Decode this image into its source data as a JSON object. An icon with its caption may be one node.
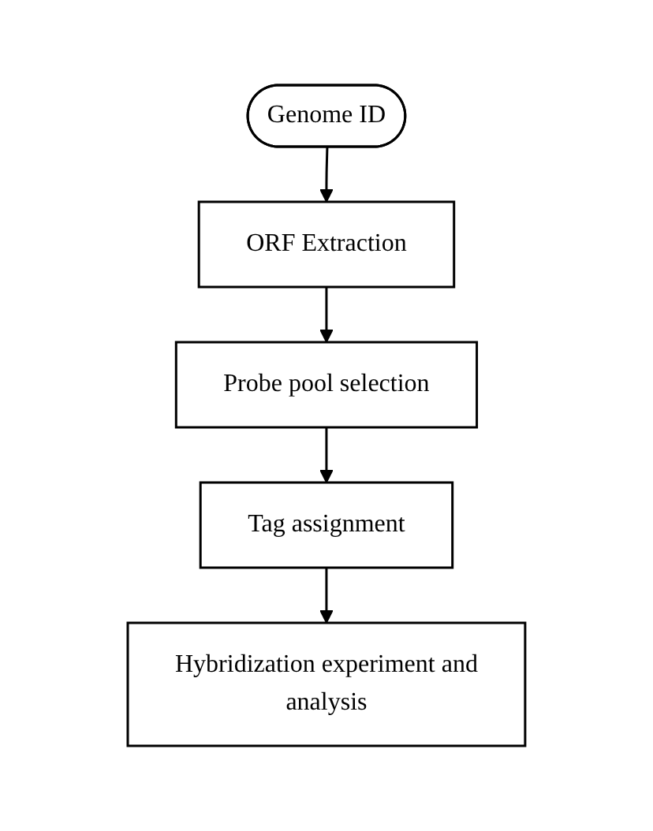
{
  "diagram": {
    "nodes": [
      {
        "text": [
          "Genome ID"
        ]
      },
      {
        "text": [
          "ORF Extraction"
        ]
      },
      {
        "text": [
          "Probe pool selection"
        ]
      },
      {
        "text": [
          "Tag assignment"
        ]
      },
      {
        "text": [
          "Hybridization experiment and analysis"
        ]
      }
    ],
    "edges": [
      {
        "from": 0,
        "to": 1,
        "arrow": "to"
      },
      {
        "from": 1,
        "to": 2,
        "arrow": "to"
      },
      {
        "from": 2,
        "to": 3,
        "arrow": "to"
      },
      {
        "from": 3,
        "to": 4,
        "arrow": "to"
      }
    ]
  }
}
